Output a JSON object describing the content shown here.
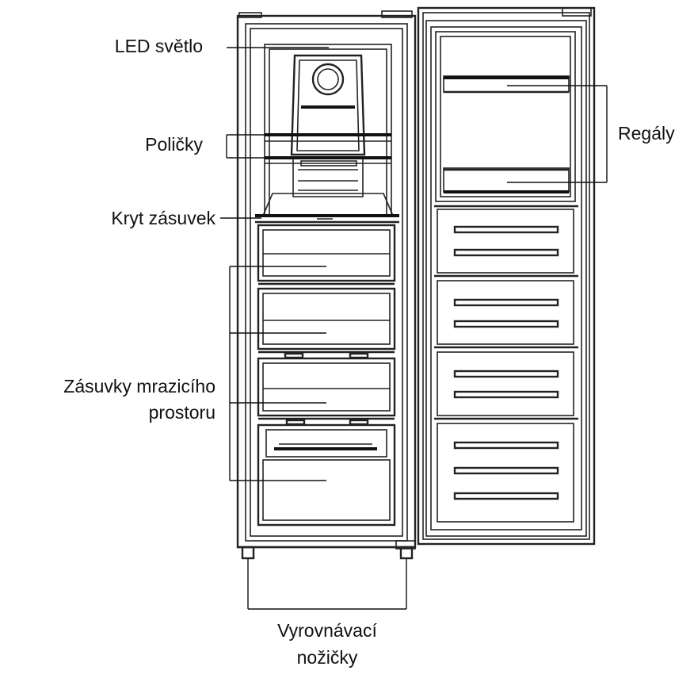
{
  "labels": {
    "led_light": "LED světlo",
    "shelves": "Poličky",
    "drawer_cover": "Kryt zásuvek",
    "freezer_drawers_line1": "Zásuvky mrazicího",
    "freezer_drawers_line2": "prostoru",
    "racks": "Regály",
    "leveling_feet_line1": "Vyrovnávací",
    "leveling_feet_line2": "nožičky"
  },
  "colors": {
    "line": "#222222",
    "background": "#ffffff"
  }
}
